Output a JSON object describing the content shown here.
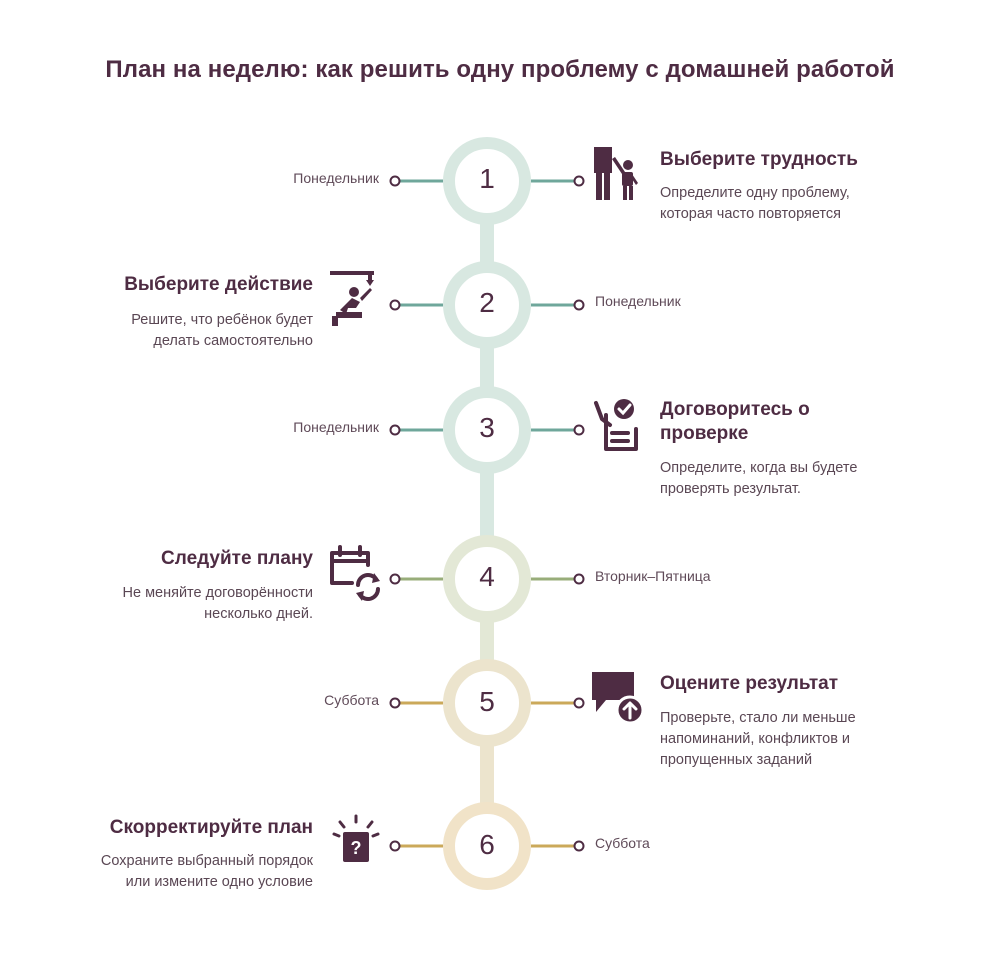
{
  "title": "План на неделю: как решить одну проблему с домашней работой",
  "colors": {
    "text_dark": "#4e2c43",
    "icon": "#4e2c43",
    "steps": [
      "#d8e8e1",
      "#d8e8e1",
      "#d8e8e1",
      "#e3e8d6",
      "#ece4cd",
      "#f1e3c8"
    ],
    "lines": [
      "#6fa79b",
      "#6fa79b",
      "#6fa79b",
      "#98ad7a",
      "#cba95a",
      "#cba95a"
    ]
  },
  "steps": [
    {
      "number": "1",
      "day": "Понедельник",
      "heading": "Выберите трудность",
      "desc": [
        "Определите одну проблему,",
        "которая часто повторяется"
      ],
      "icon": "parent-child-icon"
    },
    {
      "number": "2",
      "day": "Понедельник",
      "heading": "Выберите действие",
      "desc": [
        "Решите, что ребёнок будет",
        "делать самостоятельно"
      ],
      "icon": "child-at-desk-icon"
    },
    {
      "number": "3",
      "day": "Понедельник",
      "heading": [
        "Договоритесь о",
        "проверке"
      ],
      "desc": [
        "Определите, когда вы будете",
        "проверять результат."
      ],
      "icon": "checklist-icon"
    },
    {
      "number": "4",
      "day": "Вторник–Пятница",
      "heading": "Следуйте плану",
      "desc": [
        "Не меняйте договорённости",
        "несколько дней."
      ],
      "icon": "calendar-repeat-icon"
    },
    {
      "number": "5",
      "day": "Суббота",
      "heading": "Оцените результат",
      "desc": [
        "Проверьте, стало ли меньше",
        "напоминаний, конфликтов и",
        "пропущенных заданий"
      ],
      "icon": "chat-upload-icon"
    },
    {
      "number": "6",
      "day": "Суббота",
      "heading": "Скорректируйте план",
      "desc": [
        "Сохраните выбранный порядок",
        "или измените одно условие"
      ],
      "icon": "question-box-icon"
    }
  ]
}
